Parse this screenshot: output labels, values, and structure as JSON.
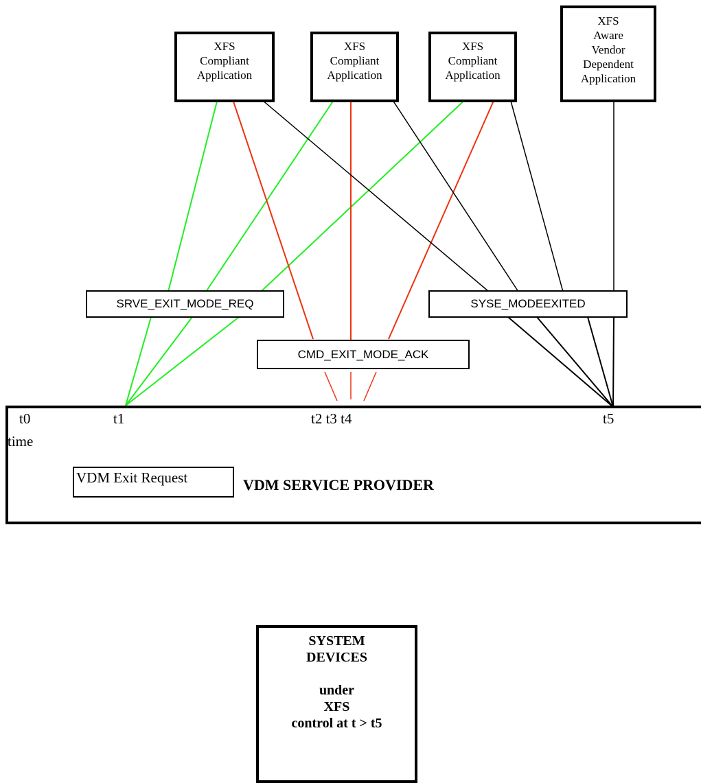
{
  "apps": [
    {
      "lines": [
        "XFS",
        "Compliant",
        "Application"
      ]
    },
    {
      "lines": [
        "XFS",
        "Compliant",
        "Application"
      ]
    },
    {
      "lines": [
        "XFS",
        "Compliant",
        "Application"
      ]
    },
    {
      "lines": [
        "XFS",
        "Aware",
        "Vendor",
        "Dependent",
        "Application"
      ]
    }
  ],
  "messages": {
    "srve_exit": "SRVE_EXIT_MODE_REQ",
    "syse_modeexited": "SYSE_MODEEXITED",
    "cmd_exit_ack": "CMD_EXIT_MODE_ACK"
  },
  "timeline": {
    "t0": "t0",
    "t1": "t1",
    "t2_t4": "t2 t3 t4",
    "t5": "t5",
    "time": "time"
  },
  "provider": {
    "request_label": "VDM Exit Request",
    "title": "VDM SERVICE PROVIDER"
  },
  "system_devices": {
    "line1": "SYSTEM",
    "line2": "DEVICES",
    "line3": "under",
    "line4": "XFS",
    "line5": "control at t > t5"
  },
  "colors": {
    "green": "#22ee22",
    "red": "#ee3311",
    "black": "#000000"
  }
}
